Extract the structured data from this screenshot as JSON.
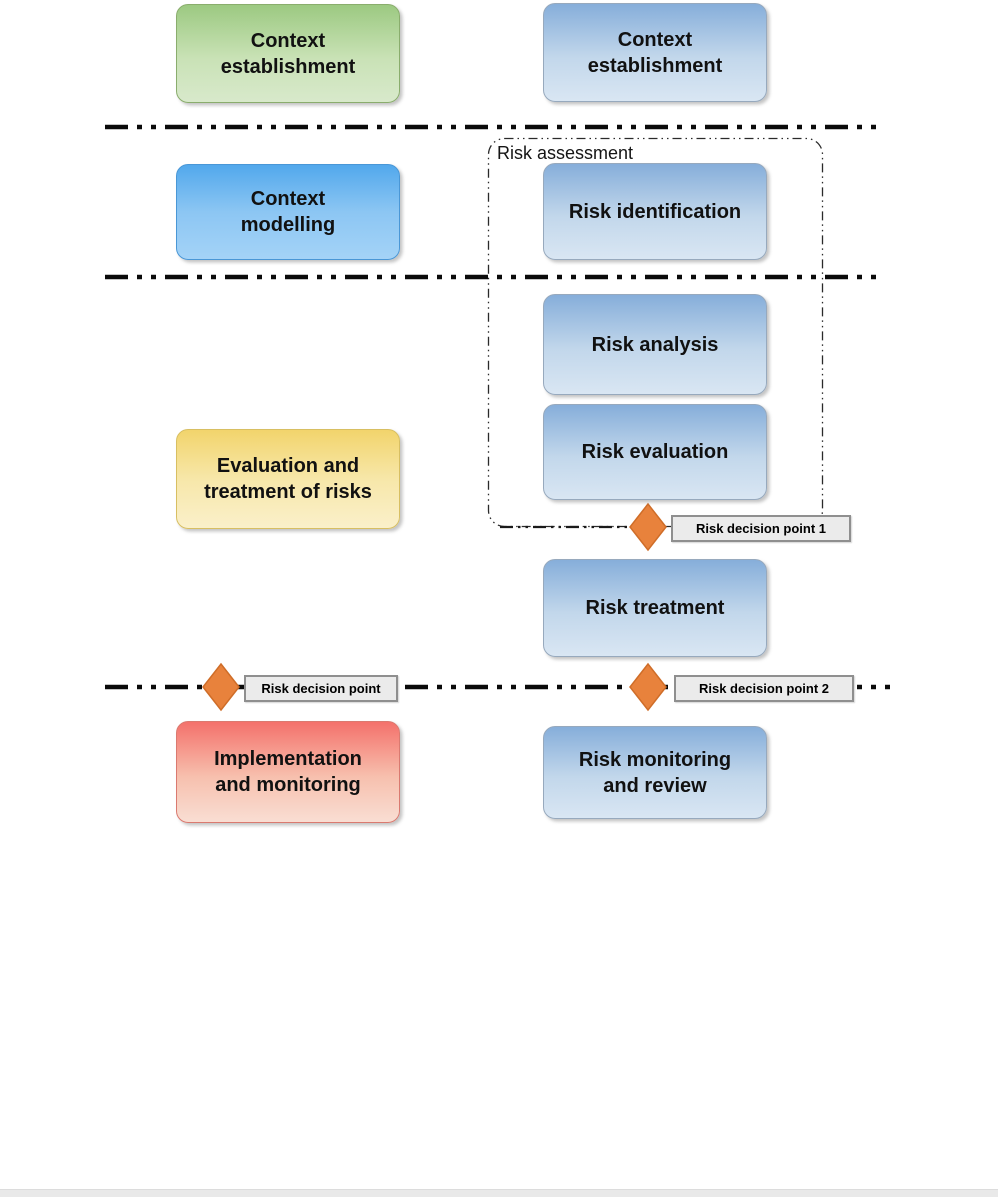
{
  "diagram": {
    "left_process": {
      "context_establishment": "Context\nestablishment",
      "context_modelling": "Context\nmodelling",
      "evaluation_treatment": "Evaluation and\ntreatment of risks",
      "implementation_monitoring": "Implementation\nand monitoring",
      "decision_point": "Risk decision point"
    },
    "right_process": {
      "context_establishment": "Context\nestablishment",
      "risk_assessment_group_label": "Risk assessment",
      "risk_identification": "Risk identification",
      "risk_analysis": "Risk analysis",
      "risk_evaluation": "Risk evaluation",
      "risk_treatment": "Risk treatment",
      "risk_monitoring_review": "Risk monitoring\nand review",
      "decision_point_1": "Risk decision point 1",
      "decision_point_2": "Risk decision point 2"
    },
    "colors": {
      "green_box_top": "#9cc981",
      "green_box_bottom": "#d8e9cb",
      "bright_blue_box_top": "#52a8ec",
      "bright_blue_box_bottom": "#a4d3f7",
      "soft_blue_box_top": "#86aeda",
      "soft_blue_box_bottom": "#d9e6f3",
      "yellow_box_top": "#f2d46c",
      "yellow_box_bottom": "#faf0ca",
      "red_box_top": "#f4716b",
      "red_box_bottom": "#f9ded3",
      "diamond_orange": "#e8823c",
      "separator_line_color": "#0a0a0a",
      "decision_label_background": "#ebebeb"
    }
  }
}
